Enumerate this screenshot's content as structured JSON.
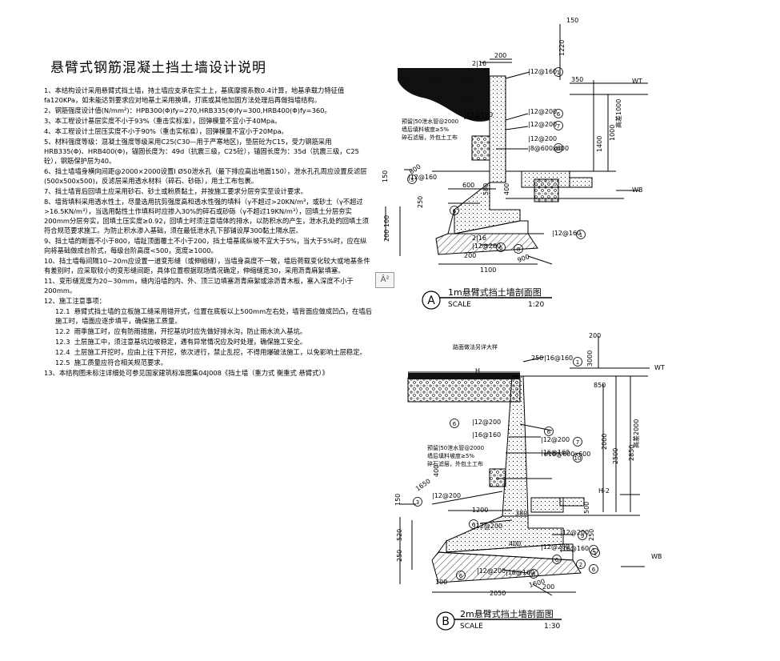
{
  "notes": {
    "title": "悬臂式钢筋混凝土挡土墙设计说明",
    "items": [
      {
        "text": "1、本结构设计采用悬臂式挡土墙，持土墙应支承在实土上，基底摩擦系数0.4计算，地基承载力特征值fa120KPa，如未能达到要求应对地基土采用换填，打底或其他加固方法处理后再做挡墙结构。",
        "sub": false
      },
      {
        "text": "2、钢筋强度设计值(N/mm²)：HPB300(Φ)fy=270,HRB335(Φ)fy=300,HRB400(Φ)fy=360。",
        "sub": false
      },
      {
        "text": "3、本工程设计基层实度不小于93%（重击实标准），回弹模量不宜小于40Mpa。",
        "sub": false
      },
      {
        "text": "4、本工程设计土层压实度不小于90%（重击实标准），回弹模量不宜小于20Mpa。",
        "sub": false
      },
      {
        "text": "5、材料强度等级：混凝土强度等级采用C25(C30—用于严寒地区)，垫层砼为C15，受力钢筋采用HRB335(Φ)、HRB400(Φ)，锚固长度为：49d（抗震三级，C25砼），锚固长度为：35d（抗震三级，C25砼），钢筋保护层为40。",
        "sub": false
      },
      {
        "text": "6、挡土墙墙身横向间距@2000×2000设置Ⅰ Ø50泄水孔（最下排应高出地面150），泄水孔孔周应设置反滤层(500x500x500)，反滤层采用透水材料（碎石、砂砾），用土工布包裹。",
        "sub": false
      },
      {
        "text": "7、挡土墙背后回填土应采用砂石、砂土或粉质黏土，并按施工要求分层夯实至设计要求。",
        "sub": false
      },
      {
        "text": "8、墙背填料采用透水性土，尽量选用抗剪强度高和透水性强的填料（γ不超过>20KN/m³，或砂土（γ不超过>16.5KN/m³），当选用黏性土作填料时应掺入30%的碎石或砂砾（γ不超过19KN/m³），回填土分层夯实200mm分层夯实，回填土压实度≥0.92，回填土时须注意墙体的排水，以防积水的产生，泄水孔处的回填土须符合规范要求施工。为防止积水渗入基础，须在最低泄水孔下部铺设厚300黏土隔水层。",
        "sub": false
      },
      {
        "text": "9、挡土墙的断面不小于800，墙趾顶面覆土不小于200，挡土墙基底纵坡不宜大于5%，当大于5%时，应在纵向将基础做成台阶式，每级台阶高度<500，宽度≥1000。",
        "sub": false
      },
      {
        "text": "10、挡土墙每间隔10~20m应设置一道变形缝（或伸缩缝），当墙身高度不一致，墙后荷载变化较大或地基条件有差别时，应采取较小的变形缝间距，具体位置根据现场情况确定，伸缩缝宽30，采用沥青麻絮填塞。",
        "sub": false
      },
      {
        "text": "11、变形缝宽度为20~30mm，缝内沿墙的内、外、顶三边填塞沥青麻絮或涂沥青木板，塞入深度不小于200mm。",
        "sub": false
      },
      {
        "text": "12、施工注意事项：",
        "sub": false
      },
      {
        "text": "12.1  悬臂式挡土墙的立板施工缝采用错开式，位置在底板以上500mm左右处，墙背面应做成凹凸，在墙后施工时，墙面应逐步填平，确保施工质量。",
        "sub": true
      },
      {
        "text": "12.2  雨季施工时，应有防雨措施，开挖基坑时应先做好排水沟，防止雨水流入基坑。",
        "sub": true
      },
      {
        "text": "12.3  土层施工中，须注意基坑边坡稳定，遇有异常情况应及时处理，确保施工安全。",
        "sub": true
      },
      {
        "text": "12.4  土层施工开挖时，应由上往下开挖，依次进行，禁止乱挖，不得用爆破法施工，以免影响土层稳定。",
        "sub": true
      },
      {
        "text": "12.5  施工质量应符合相关规范要求。",
        "sub": true
      },
      {
        "text": "13、本结构图未标注详细处可参见国家建筑标准图集04J008《挡土墙（重力式 衡重式 悬臂式）》",
        "sub": false
      }
    ]
  },
  "section_a": {
    "label": "A",
    "title": "1m悬臂式挡土墙剖面图",
    "scale_word": "SCALE",
    "scale_value": "1:20",
    "dims": [
      "150",
      "1220",
      "200",
      "2|16",
      "350",
      "WT",
      "800",
      "150",
      "600",
      "1400",
      "1000",
      "500",
      "WB",
      "100",
      "200",
      "2|16",
      "1100",
      "900",
      "400",
      "200",
      "250"
    ],
    "rebar": [
      "|12@160",
      "|12@160",
      "|12@200",
      "|12@200",
      "|12@160",
      "|12@160",
      "|12@200",
      "|12@200",
      "|8@600x600"
    ],
    "numbers": [
      "1",
      "6",
      "7",
      "10",
      "3",
      "6",
      "1",
      "6",
      "8"
    ],
    "notes": [
      "预留|50泄水管@2000",
      "墙后填料坡度≥5%",
      "碎石滤层，外包土工布"
    ],
    "height_label": "高差1000"
  },
  "section_b": {
    "label": "B",
    "title": "2m悬臂式挡土墙剖面图",
    "scale_word": "SCALE",
    "scale_value": "1:30",
    "dims": [
      "200",
      "3000",
      "250",
      "H",
      "WT",
      "850",
      "2500",
      "2850",
      "2000",
      "1650",
      "150",
      "400",
      "1200",
      "380",
      "500",
      "H-2",
      "250",
      "520",
      "250",
      "100",
      "2050",
      "1600",
      "400",
      "200",
      "WB"
    ],
    "rebar": [
      "|16@160",
      "|12@200",
      "|16@160",
      "|12@200",
      "|16@160",
      "|12@200",
      "|12@200",
      "|16@160",
      "|12@200",
      "|12@200",
      "|12@200",
      "|16@160",
      "ø10@600x600"
    ],
    "numbers": [
      "1",
      "6",
      "6",
      "7",
      "10",
      "3",
      "6",
      "9",
      "1",
      "6",
      "8",
      "2",
      "6",
      "1",
      "6"
    ],
    "notes": [
      "路面做法另详大样",
      "预留|50泄水管@2000",
      "墙后填料坡度≥5%",
      "碎石滤层，外包土工布"
    ],
    "height_label": "高差2000"
  },
  "misc": {
    "mark": "Â²"
  }
}
